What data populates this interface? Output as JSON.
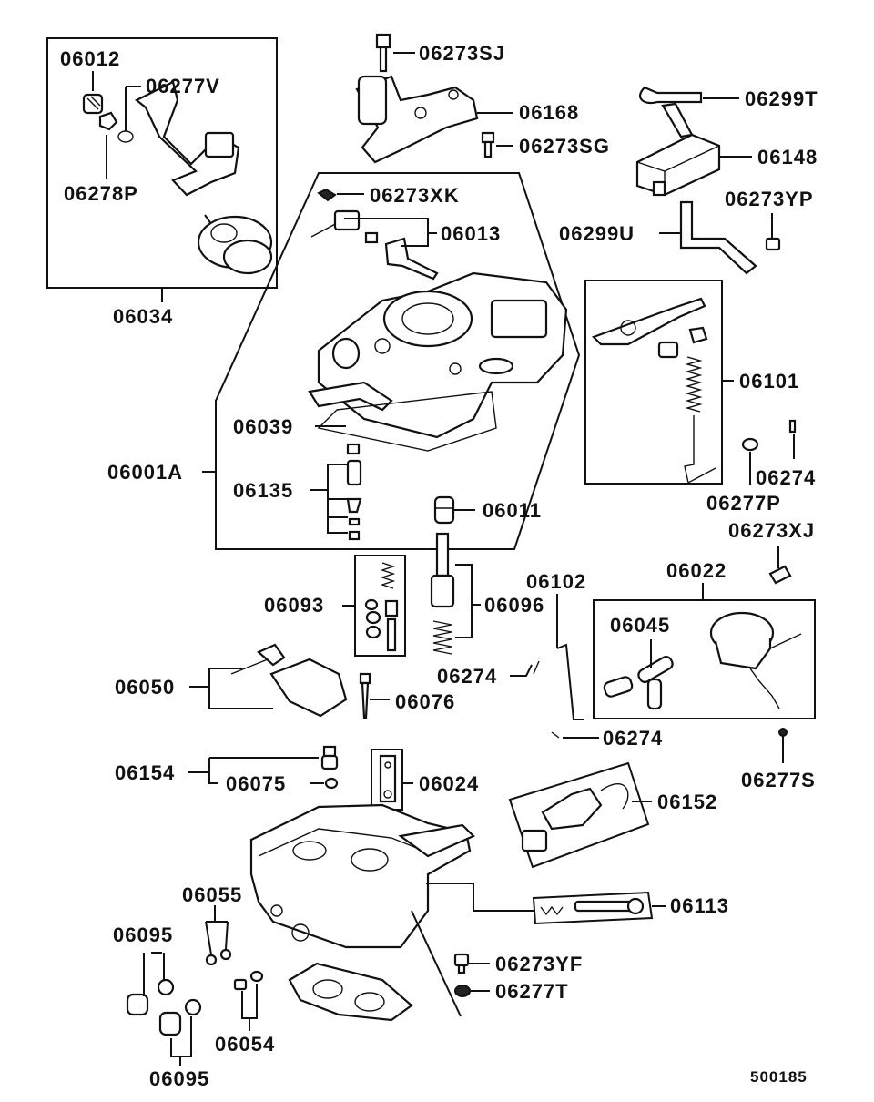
{
  "labels": {
    "l06012": "06012",
    "l06277V": "06277V",
    "l06278P": "06278P",
    "l06034": "06034",
    "l06273SJ": "06273SJ",
    "l06168": "06168",
    "l06273SG": "06273SG",
    "l06299T": "06299T",
    "l06148": "06148",
    "l06273YP": "06273YP",
    "l06299U": "06299U",
    "l06273XK": "06273XK",
    "l06013": "06013",
    "l06039": "06039",
    "l06001A": "06001A",
    "l06135": "06135",
    "l06101": "06101",
    "l06274a": "06274",
    "l06277P": "06277P",
    "l06011": "06011",
    "l06273XJ": "06273XJ",
    "l06102": "06102",
    "l06022": "06022",
    "l06093": "06093",
    "l06096": "06096",
    "l06045": "06045",
    "l06274b": "06274",
    "l06050": "06050",
    "l06076": "06076",
    "l06274c": "06274",
    "l06277S": "06277S",
    "l06154": "06154",
    "l06075": "06075",
    "l06024": "06024",
    "l06152": "06152",
    "l06113": "06113",
    "l06055": "06055",
    "l06095a": "06095",
    "l06273YF": "06273YF",
    "l06277T": "06277T",
    "l06054": "06054",
    "l06095b": "06095"
  },
  "diagram_ref": "500185"
}
